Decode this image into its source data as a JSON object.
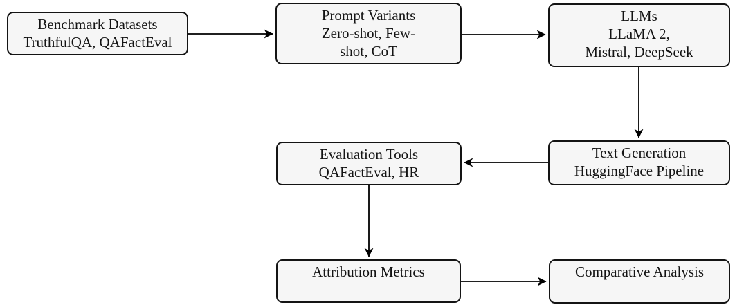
{
  "diagram": {
    "type": "flowchart",
    "nodes": [
      {
        "id": "benchmark-datasets",
        "lines": [
          "Benchmark Datasets",
          "TruthfulQA, QAFactEval"
        ]
      },
      {
        "id": "prompt-variants",
        "lines": [
          "Prompt Variants",
          "Zero-shot, Few-",
          "shot, CoT"
        ]
      },
      {
        "id": "llms",
        "lines": [
          "LLMs",
          "LLaMA 2,",
          "Mistral, DeepSeek"
        ]
      },
      {
        "id": "text-generation",
        "lines": [
          "Text Generation",
          "HuggingFace Pipeline"
        ]
      },
      {
        "id": "evaluation-tools",
        "lines": [
          "Evaluation Tools",
          "QAFactEval, HR"
        ]
      },
      {
        "id": "attribution-metrics",
        "lines": [
          "Attribution Metrics"
        ]
      },
      {
        "id": "comparative-analysis",
        "lines": [
          "Comparative Analysis"
        ]
      }
    ],
    "edges": [
      {
        "from": "benchmark-datasets",
        "to": "prompt-variants",
        "direction": "right"
      },
      {
        "from": "prompt-variants",
        "to": "llms",
        "direction": "right"
      },
      {
        "from": "llms",
        "to": "text-generation",
        "direction": "down"
      },
      {
        "from": "text-generation",
        "to": "evaluation-tools",
        "direction": "left"
      },
      {
        "from": "evaluation-tools",
        "to": "attribution-metrics",
        "direction": "down"
      },
      {
        "from": "attribution-metrics",
        "to": "comparative-analysis",
        "direction": "right"
      }
    ],
    "colors": {
      "background": "#ffffff",
      "node_fill": "#f6f6f6",
      "node_border": "#141414",
      "text": "#141414",
      "arrow": "#000000"
    }
  }
}
